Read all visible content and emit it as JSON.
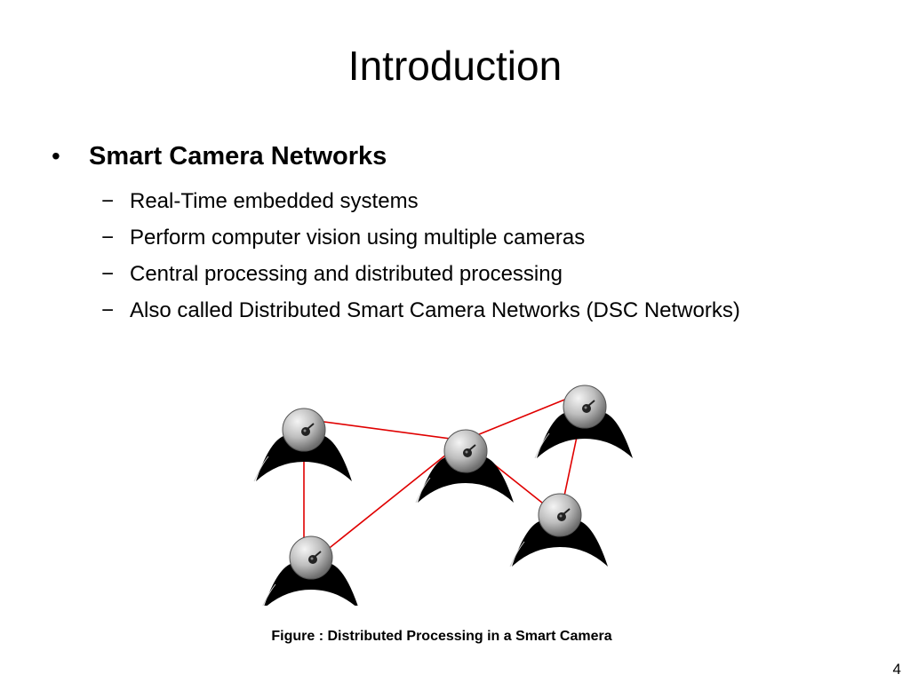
{
  "slide": {
    "title": "Introduction",
    "bullet": {
      "icon": "bullet-dot",
      "text": "Smart Camera Networks",
      "sub_items": [
        "Real-Time embedded systems",
        "Perform computer vision using multiple cameras",
        "Central processing and distributed processing",
        "Also called Distributed Smart Camera Networks (DSC Networks)"
      ]
    },
    "figure": {
      "caption": "Figure : Distributed Processing in a Smart Camera",
      "link_color": "#e00000",
      "camera_icon": "smart-camera-icon"
    },
    "page_number": "4"
  }
}
